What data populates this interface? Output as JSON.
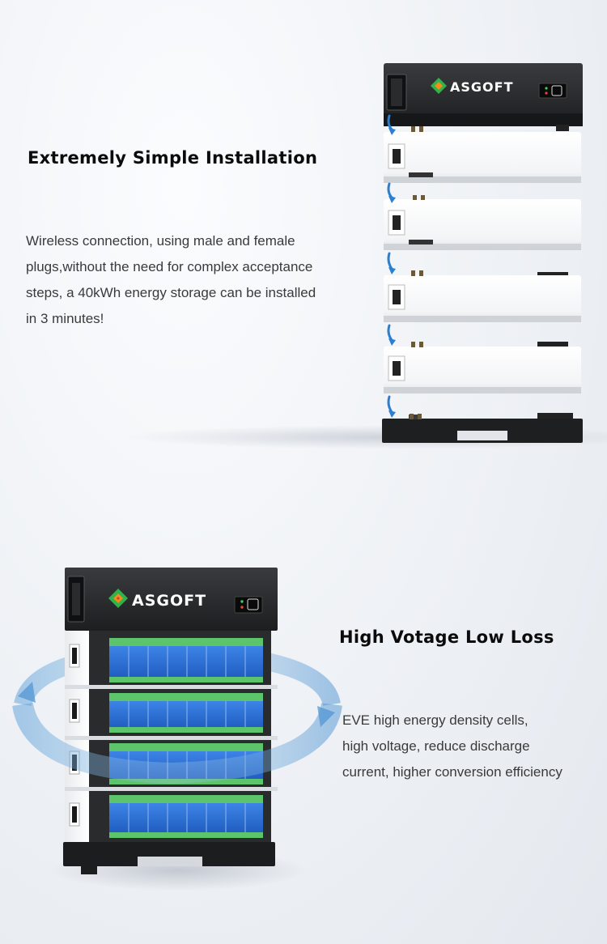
{
  "section1": {
    "title": "Extremely Simple Installation",
    "lines": [
      "Wireless connection, using male and female",
      "plugs,without the need for complex acceptance",
      "steps, a 40kWh energy storage can be installed",
      "in 3 minutes!"
    ]
  },
  "section2": {
    "title": "High Votage Low Loss",
    "lines": [
      "EVE high energy density cells,",
      "high voltage, reduce discharge",
      "current, higher conversion efficiency"
    ]
  },
  "brand": {
    "name": "ASGOFT",
    "logo_icon": "asgoft-logo-icon",
    "logo_colors": [
      "#2fb34a",
      "#f28c1b",
      "#e23a2e"
    ]
  },
  "colors": {
    "cell_blue": "#2a6fd6",
    "cell_green": "#5cc46a",
    "housing_dark": "#262729",
    "housing_white": "#f7f8f9",
    "arrow_blue": "#2b7fd0"
  }
}
